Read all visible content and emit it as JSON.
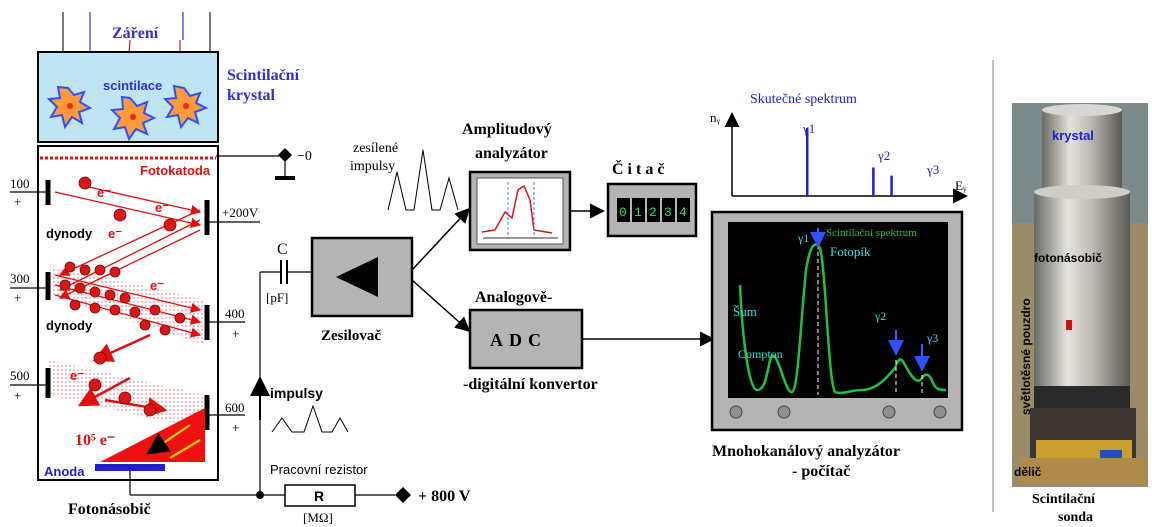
{
  "pmt": {
    "radiation": "Záření",
    "scintillation": "scintilace",
    "crystal_label_1": "Scintilační",
    "crystal_label_2": "krystal",
    "photocathode": "Fotokatoda",
    "electron": "e⁻",
    "dynodes_1": "dynody",
    "dynodes_2": "dynody",
    "gain": "10⁵ e⁻",
    "anode": "Anoda",
    "caption": "Fotonásobič",
    "voltages": {
      "v0": "−0",
      "v100": "100",
      "v200": "+200V",
      "v300": "300",
      "v400": "400",
      "v500": "500",
      "v600": "600",
      "plus": "+"
    }
  },
  "circuit": {
    "capacitor": "C",
    "capacitor_unit": "[pF]",
    "pulses": "impulsy",
    "resistor_caption": "Pracovní rezistor",
    "resistor": "R",
    "resistor_unit": "[MΩ]",
    "supply": "+ 800 V"
  },
  "amplifier": {
    "label": "Zesilovač",
    "amplified_1": "zesílené",
    "amplified_2": "impulsy"
  },
  "amplitude_analyzer": {
    "title_1": "Amplitudový",
    "title_2": "analyzátor"
  },
  "counter": {
    "title": "Čitač",
    "display": [
      "0",
      "1",
      "2",
      "3",
      "4"
    ]
  },
  "adc": {
    "title": "Analogově-",
    "label": "ADC",
    "subtitle": "-digitální konvertor"
  },
  "true_spectrum": {
    "title": "Skutečné spektrum",
    "y_axis": "nᵧ",
    "x_axis": "Eᵧ",
    "gammas": [
      "γ1",
      "γ2",
      "γ3"
    ],
    "lines": [
      {
        "gamma": "γ1",
        "energy": 0.33,
        "intensity": 1.0
      },
      {
        "gamma": "γ2",
        "energy": 0.62,
        "intensity": 0.42
      },
      {
        "gamma": "γ3",
        "energy": 0.7,
        "intensity": 0.3
      }
    ]
  },
  "mca": {
    "title_1": "Mnohokanálový analyzátor",
    "title_2": "- počítač",
    "screen_title": "Scintilační spektrum",
    "gammas": [
      "γ1",
      "γ2",
      "γ3"
    ],
    "photopeak": "Fotopík",
    "noise": "Šum",
    "compton": "Compton",
    "colors": {
      "screen": "#000000",
      "trace": "#20c040",
      "text": "#30e0e0",
      "marker": "#3060ff"
    }
  },
  "photo": {
    "crystal": "krystal",
    "pmt": "fotonásobič",
    "housing": "světlotěsné pouzdro",
    "divider": "dělič",
    "caption_1": "Scintilační",
    "caption_2": "sonda"
  }
}
